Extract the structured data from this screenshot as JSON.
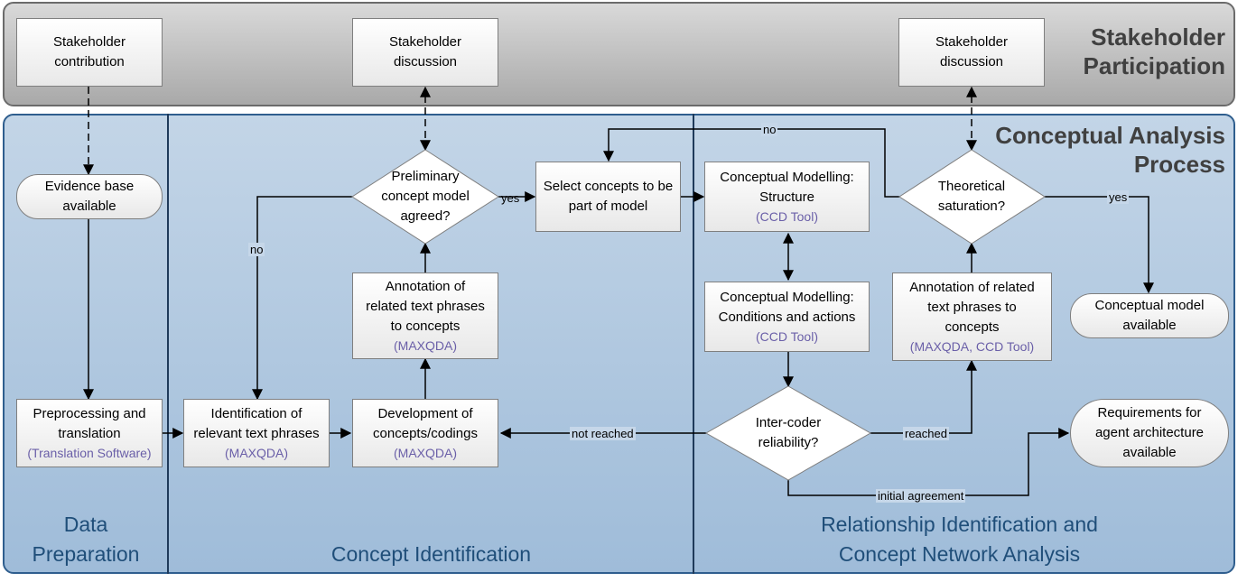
{
  "lanes": {
    "stakeholder_title_1": "Stakeholder",
    "stakeholder_title_2": "Participation",
    "analysis_title_1": "Conceptual Analysis",
    "analysis_title_2": "Process"
  },
  "phases": {
    "data_prep_1": "Data",
    "data_prep_2": "Preparation",
    "concept_id": "Concept Identification",
    "relationship_1": "Relationship Identification and",
    "relationship_2": "Concept Network Analysis"
  },
  "nodes": {
    "stakeholder_contribution": [
      "Stakeholder",
      "contribution"
    ],
    "stakeholder_discussion_1": [
      "Stakeholder",
      "discussion"
    ],
    "stakeholder_discussion_2": [
      "Stakeholder",
      "discussion"
    ],
    "evidence_base": [
      "Evidence base",
      "available"
    ],
    "preprocessing": [
      "Preprocessing and",
      "translation"
    ],
    "preprocessing_tool": "(Translation Software)",
    "identification": [
      "Identification of",
      "relevant text phrases"
    ],
    "identification_tool": "(MAXQDA)",
    "development": [
      "Development of",
      "concepts/codings"
    ],
    "development_tool": "(MAXQDA)",
    "annotation_1": [
      "Annotation of",
      "related text phrases",
      "to concepts"
    ],
    "annotation_1_tool": "(MAXQDA)",
    "preliminary": [
      "Preliminary",
      "concept model",
      "agreed?"
    ],
    "select_concepts": [
      "Select concepts to be",
      "part of model"
    ],
    "cm_structure": [
      "Conceptual Modelling:",
      "Structure"
    ],
    "cm_structure_tool": "(CCD Tool)",
    "cm_conditions": [
      "Conceptual Modelling:",
      "Conditions and actions"
    ],
    "cm_conditions_tool": "(CCD Tool)",
    "intercoder": [
      "Inter-coder",
      "reliability?"
    ],
    "annotation_2": [
      "Annotation of related",
      "text phrases to",
      "concepts"
    ],
    "annotation_2_tool": "(MAXQDA, CCD Tool)",
    "theoretical": [
      "Theoretical",
      "saturation?"
    ],
    "conceptual_model": [
      "Conceptual model",
      "available"
    ],
    "requirements": [
      "Requirements for",
      "agent architecture",
      "available"
    ]
  },
  "edge_labels": {
    "no_left": "no",
    "yes_select": "yes",
    "no_top": "no",
    "yes_right": "yes",
    "not_reached": "not reached",
    "reached": "reached",
    "initial_agreement": "initial agreement"
  },
  "colors": {
    "stakeholder_fill": "#bfbfbf",
    "analysis_fill": "#b3cbe3",
    "tool_text": "#6a5fa8",
    "phase_text": "#1f4e79"
  }
}
